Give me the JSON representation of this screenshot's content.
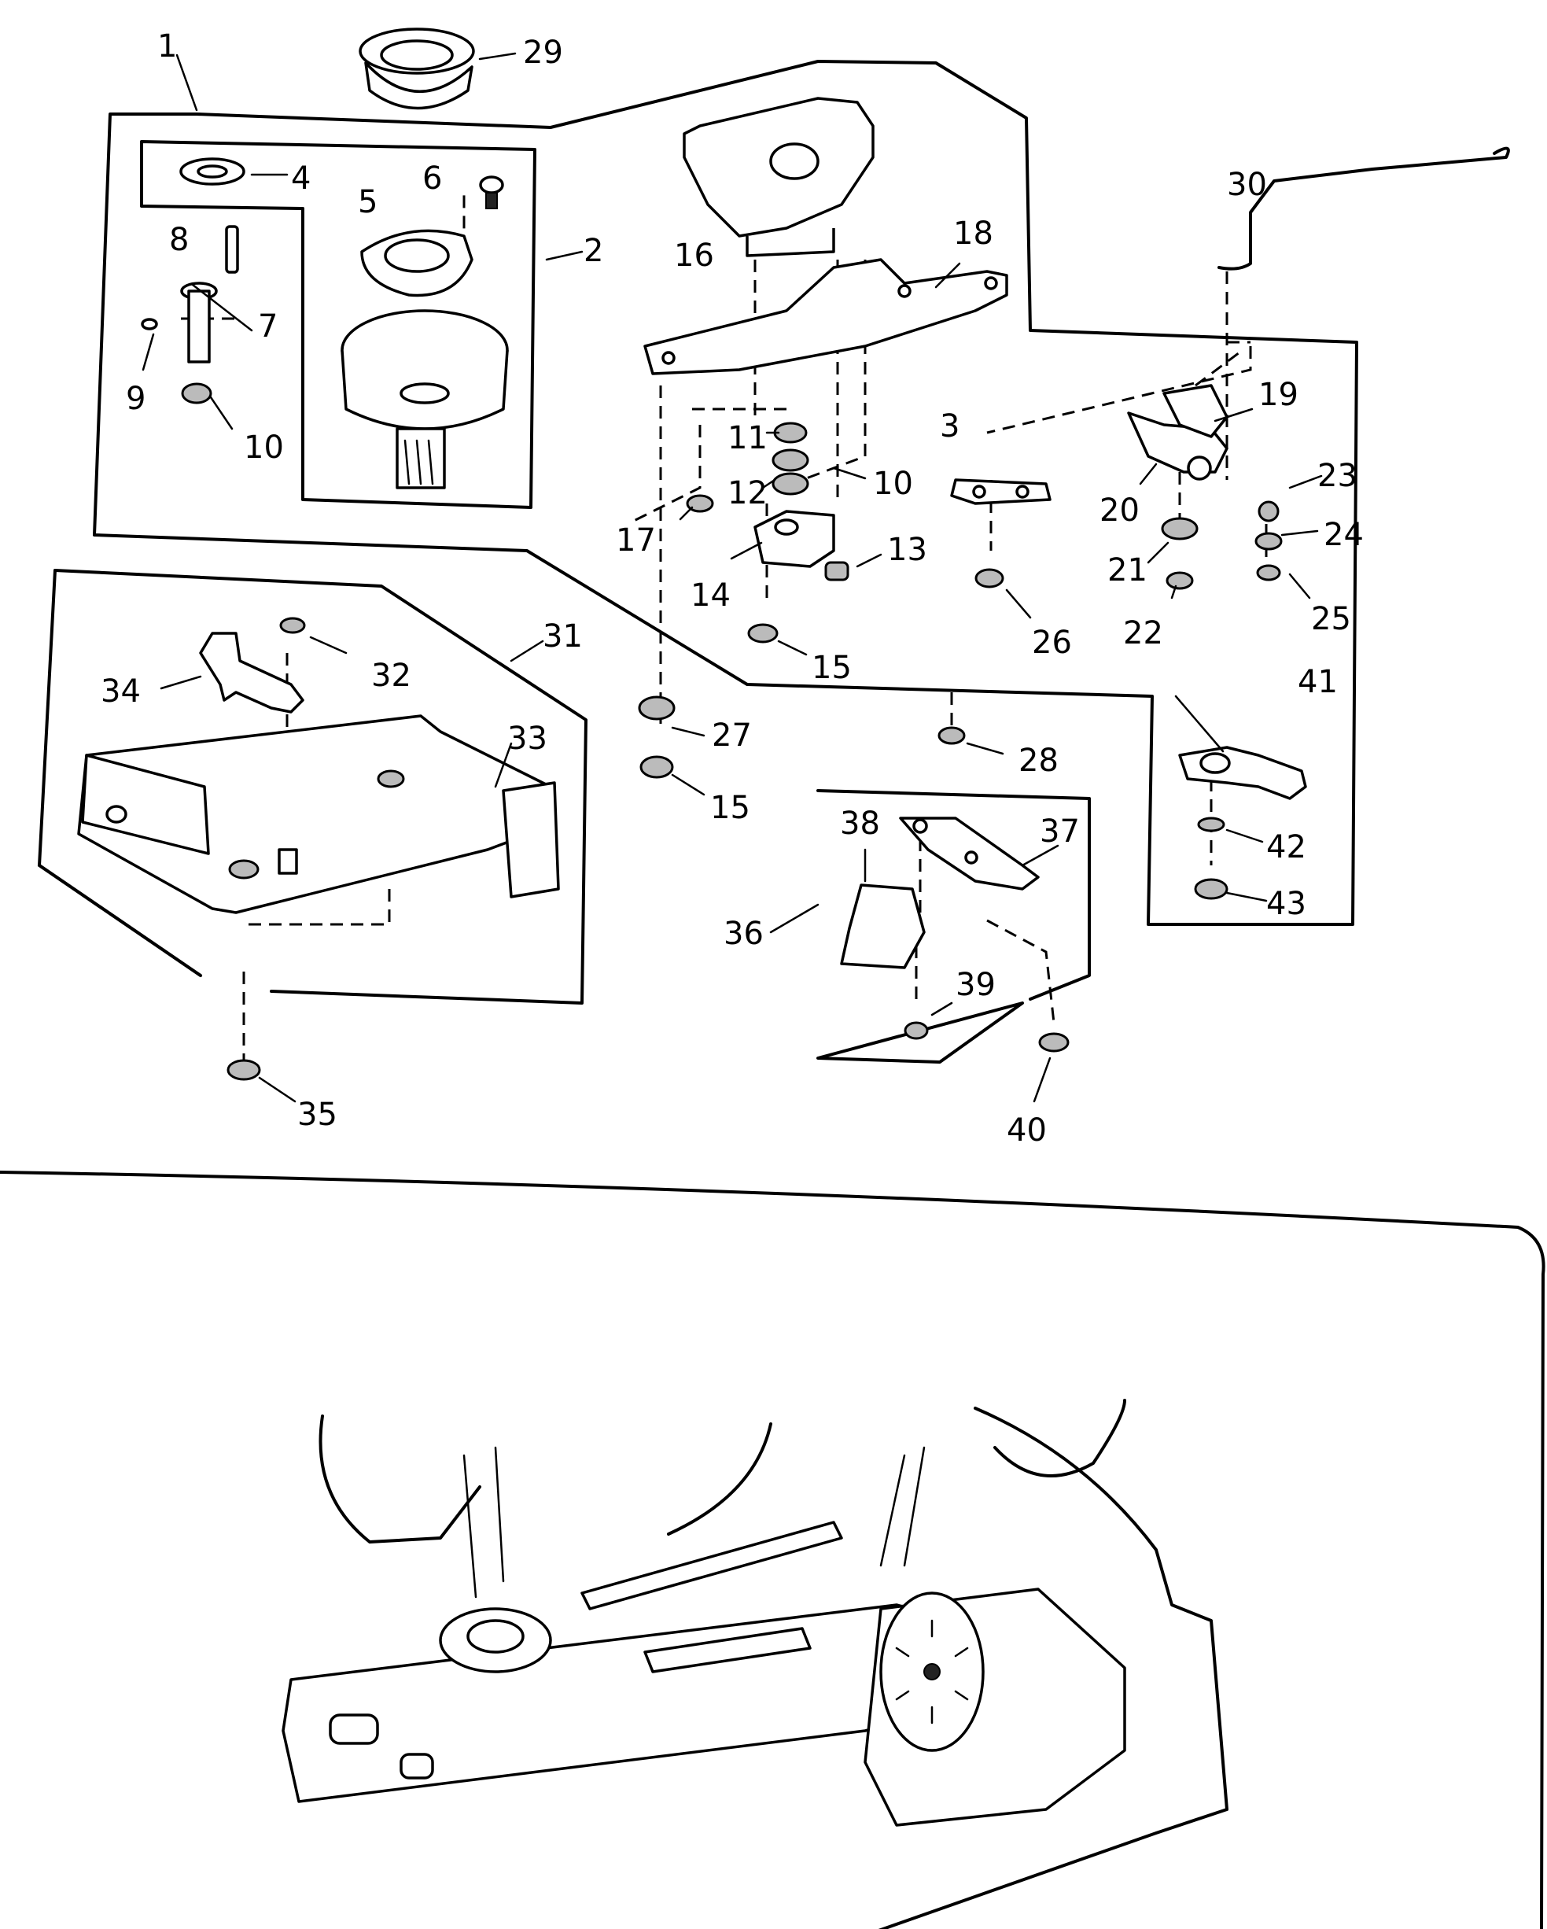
{
  "callouts": [
    {
      "id": "c1",
      "text": "1"
    },
    {
      "id": "c2",
      "text": "2"
    },
    {
      "id": "c3",
      "text": "3"
    },
    {
      "id": "c4",
      "text": "4"
    },
    {
      "id": "c5",
      "text": "5"
    },
    {
      "id": "c6",
      "text": "6"
    },
    {
      "id": "c7",
      "text": "7"
    },
    {
      "id": "c8",
      "text": "8"
    },
    {
      "id": "c9",
      "text": "9"
    },
    {
      "id": "c10a",
      "text": "10"
    },
    {
      "id": "c10b",
      "text": "10"
    },
    {
      "id": "c11",
      "text": "11"
    },
    {
      "id": "c12",
      "text": "12"
    },
    {
      "id": "c13",
      "text": "13"
    },
    {
      "id": "c14",
      "text": "14"
    },
    {
      "id": "c15a",
      "text": "15"
    },
    {
      "id": "c15b",
      "text": "15"
    },
    {
      "id": "c16",
      "text": "16"
    },
    {
      "id": "c17",
      "text": "17"
    },
    {
      "id": "c18",
      "text": "18"
    },
    {
      "id": "c19",
      "text": "19"
    },
    {
      "id": "c20",
      "text": "20"
    },
    {
      "id": "c21",
      "text": "21"
    },
    {
      "id": "c22",
      "text": "22"
    },
    {
      "id": "c23",
      "text": "23"
    },
    {
      "id": "c24",
      "text": "24"
    },
    {
      "id": "c25",
      "text": "25"
    },
    {
      "id": "c26",
      "text": "26"
    },
    {
      "id": "c27",
      "text": "27"
    },
    {
      "id": "c28",
      "text": "28"
    },
    {
      "id": "c29",
      "text": "29"
    },
    {
      "id": "c30",
      "text": "30"
    },
    {
      "id": "c31",
      "text": "31"
    },
    {
      "id": "c32",
      "text": "32"
    },
    {
      "id": "c33",
      "text": "33"
    },
    {
      "id": "c34",
      "text": "34"
    },
    {
      "id": "c35",
      "text": "35"
    },
    {
      "id": "c36",
      "text": "36"
    },
    {
      "id": "c37",
      "text": "37"
    },
    {
      "id": "c38",
      "text": "38"
    },
    {
      "id": "c39",
      "text": "39"
    },
    {
      "id": "c40",
      "text": "40"
    },
    {
      "id": "c41",
      "text": "41"
    },
    {
      "id": "c42",
      "text": "42"
    },
    {
      "id": "c43",
      "text": "43"
    }
  ]
}
